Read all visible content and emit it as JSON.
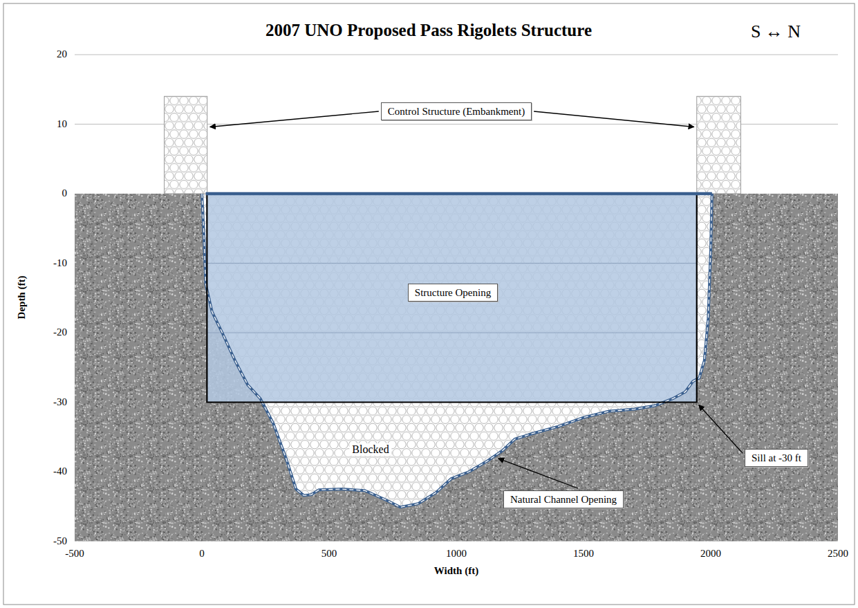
{
  "diagram": {
    "title": "2007 UNO Proposed Pass Rigolets Structure",
    "nodes": [
      {
        "text": [
          "Control Structure (Embankment)"
        ]
      },
      {
        "text": [
          "Structure Opening"
        ]
      },
      {
        "text": [
          "Sill at -30 ft"
        ]
      },
      {
        "text": [
          "Natural Channel Opening"
        ]
      }
    ],
    "labels": [
      "S ↔ N",
      "20",
      "10",
      "0",
      "-10",
      "-20",
      "-30",
      "-40",
      "-50",
      "-500",
      "0",
      "500",
      "1000",
      "1500",
      "2000",
      "2500",
      "Depth (ft)",
      "Width (ft)",
      "Blocked"
    ]
  }
}
